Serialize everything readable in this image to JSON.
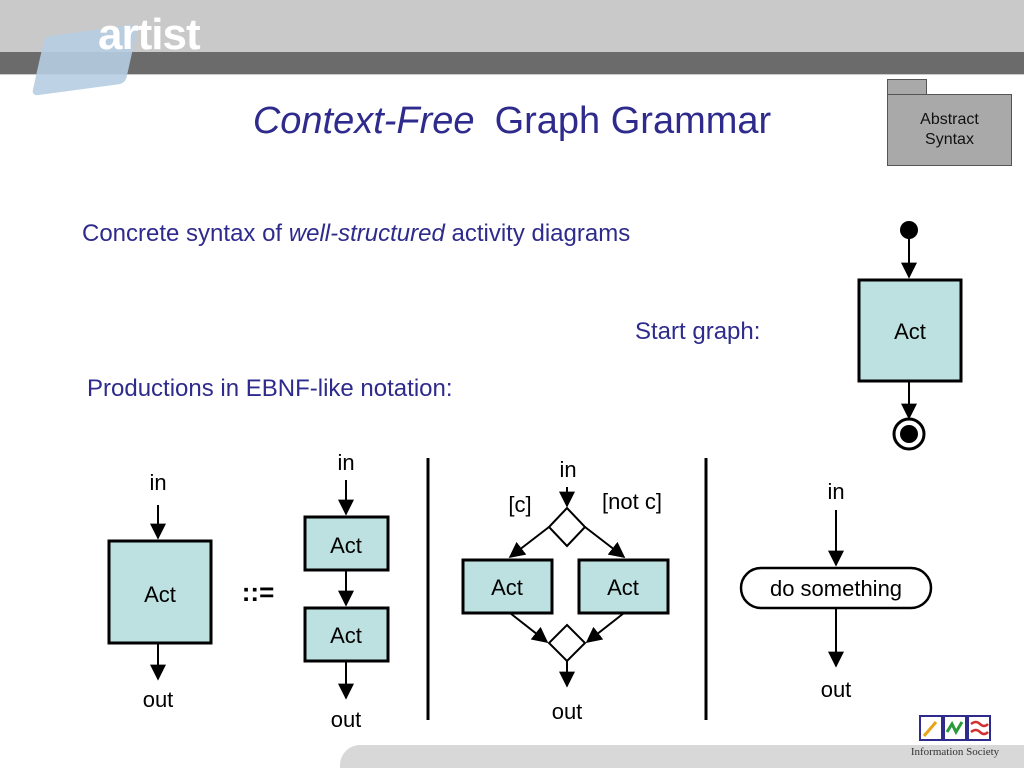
{
  "header": {
    "logo_text": "artist"
  },
  "title": {
    "italic": "Context-Free",
    "rest": "Graph Grammar"
  },
  "badge": {
    "label": "Abstract\nSyntax"
  },
  "lines": {
    "concrete_prefix": "Concrete syntax of ",
    "concrete_italic": "well-structured",
    "concrete_suffix": " activity diagrams",
    "start_graph": "Start graph:",
    "productions": "Productions in EBNF-like notation:"
  },
  "diagram": {
    "act": "Act",
    "in": "in",
    "out": "out",
    "production_symbol": "::=",
    "guard_c": "[c]",
    "guard_not_c": "[not c]",
    "action": "do something"
  },
  "footer": {
    "ist": "Information Society"
  },
  "colors": {
    "title": "#2e2b8c",
    "act_fill": "#bde1e1",
    "header": "#c9c9c9"
  }
}
